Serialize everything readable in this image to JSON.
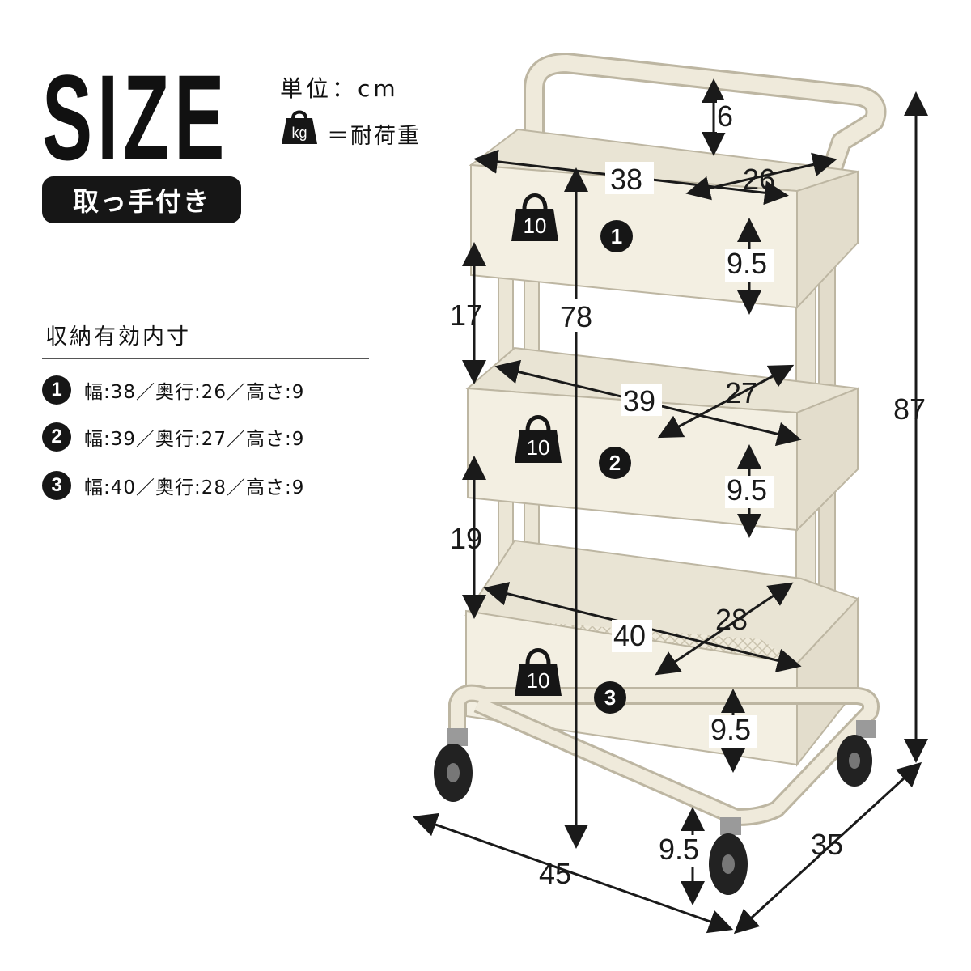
{
  "header": {
    "title": "SIZE",
    "unit": "単位：cm",
    "kg_icon_text": "kg",
    "load_legend": "＝耐荷重",
    "handle_label": "取っ手付き"
  },
  "storage": {
    "heading": "収納有効内寸",
    "tiers": [
      {
        "number": "1",
        "text": "幅:38／奥行:26／高さ:9"
      },
      {
        "number": "2",
        "text": "幅:39／奥行:27／高さ:9"
      },
      {
        "number": "3",
        "text": "幅:40／奥行:28／高さ:9"
      }
    ]
  },
  "cart": {
    "color": "#efeadb",
    "baskets": [
      {
        "number": "1",
        "load": "10",
        "width": "38",
        "depth": "26",
        "height": "9.5"
      },
      {
        "number": "2",
        "load": "10",
        "width": "39",
        "depth": "27",
        "height": "9.5"
      },
      {
        "number": "3",
        "load": "10",
        "width": "40",
        "depth": "28",
        "height": "9.5"
      }
    ],
    "handle_height": "6",
    "gap_top": "17",
    "gap_bottom": "19",
    "inner_height": "78",
    "total_height": "87",
    "overall_width": "45",
    "overall_depth": "35",
    "ground_clearance": "9.5"
  }
}
